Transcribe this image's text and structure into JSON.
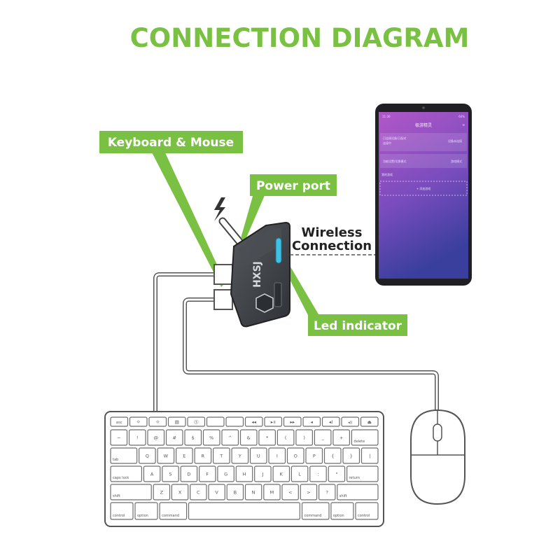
{
  "title": "CONNECTION DIAGRAM",
  "labels": {
    "keyboard_mouse": "Keyboard & Mouse",
    "power_port": "Power port",
    "wireless_line1": "Wireless",
    "wireless_line2": "Connection",
    "led_indicator": "Led indicator"
  },
  "adapter": {
    "brand": "HXSJ"
  },
  "phone": {
    "status_time": "11:30",
    "battery": "64%",
    "app_title": "极游精灵",
    "row1_left_line1": "已连接设备/已配对",
    "row1_left_line2": "连接中",
    "row1_right": "设备未连接",
    "row2_left": "功能设置/切换模式",
    "row2_right": "游戏模式",
    "section": "我的游戏",
    "add_game": "+ 添加游戏"
  },
  "keyboard": {
    "rows": [
      [
        "esc",
        "☼",
        "☼",
        "▤",
        "⓵",
        "",
        "",
        "◂◂",
        "▸॥",
        "▸▸",
        "◂",
        "◂)",
        "◂))",
        "⏏"
      ],
      [
        "~",
        "!",
        "@",
        "#",
        "$",
        "%",
        "^",
        "&",
        "*",
        "(",
        ")",
        "_",
        "+",
        "delete"
      ],
      [
        "tab",
        "Q",
        "W",
        "E",
        "R",
        "T",
        "Y",
        "U",
        "I",
        "O",
        "P",
        "{",
        "}",
        "|"
      ],
      [
        "caps lock",
        "A",
        "S",
        "D",
        "F",
        "G",
        "H",
        "J",
        "K",
        "L",
        ":",
        "\"",
        "return"
      ],
      [
        "shift",
        "Z",
        "X",
        "C",
        "V",
        "B",
        "N",
        "M",
        "<",
        ">",
        "?",
        "shift"
      ],
      [
        "control",
        "option",
        "command",
        "",
        "command",
        "option",
        "control"
      ]
    ]
  },
  "colors": {
    "accent_green": "#7ac143",
    "phone_top": "#b257c8",
    "phone_bottom": "#3a3f9e",
    "adapter_body": "#3f4347",
    "led": "#3fc1e6"
  }
}
